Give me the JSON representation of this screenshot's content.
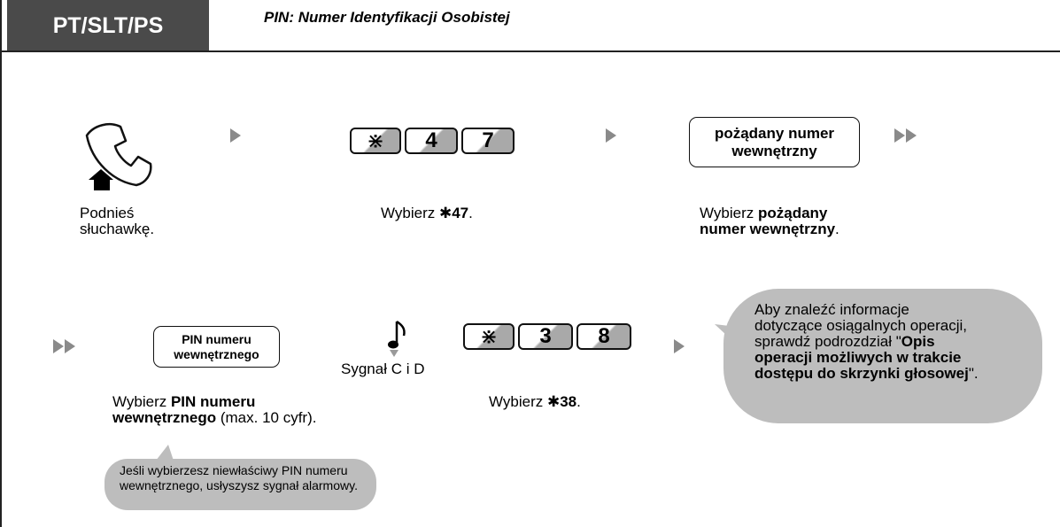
{
  "header": {
    "badge": "PT/SLT/PS",
    "title": "PIN: Numer Identyfikacji Osobistej"
  },
  "step1": {
    "label_line1": "Podnieś",
    "label_line2": "słuchawkę."
  },
  "step2": {
    "keys": [
      "⋇",
      "4",
      "7"
    ],
    "label_prefix": "Wybierz ",
    "label_star": "✱",
    "label_code": "47",
    "label_suffix": "."
  },
  "step3": {
    "box_line1": "pożądany numer",
    "box_line2": "wewnętrzny",
    "label_prefix": "Wybierz ",
    "label_bold1": "pożądany",
    "label_bold2": "numer wewnętrzny",
    "label_suffix": "."
  },
  "step4": {
    "box_line1": "PIN numeru",
    "box_line2": "wewnętrznego",
    "label_prefix": "Wybierz ",
    "label_bold1": "PIN numeru",
    "label_bold2": "wewnętrznego",
    "label_suffix": " (max. 10 cyfr).",
    "note_line1": "Jeśli wybierzesz niewłaściwy PIN numeru",
    "note_line2": "wewnętrznego, usłyszysz sygnał alarmowy."
  },
  "tone": {
    "label": "Sygnał C i D"
  },
  "step5": {
    "keys": [
      "⋇",
      "3",
      "8"
    ],
    "label_prefix": "Wybierz ",
    "label_star": "✱",
    "label_code": "38",
    "label_suffix": "."
  },
  "info": {
    "line1": "Aby znaleźć informacje",
    "line2": "dotyczące osiągalnych operacji,",
    "line3": "sprawdź podrozdział \"",
    "line3_bold": "Opis",
    "line4_bold": "operacji możliwych w trakcie",
    "line5_bold": "dostępu do skrzynki głosowej",
    "line5_end": "\"."
  },
  "colors": {
    "badge": "#4a4a4a",
    "arrow": "#8a8a8a",
    "bubble": "#bdbdbd"
  }
}
